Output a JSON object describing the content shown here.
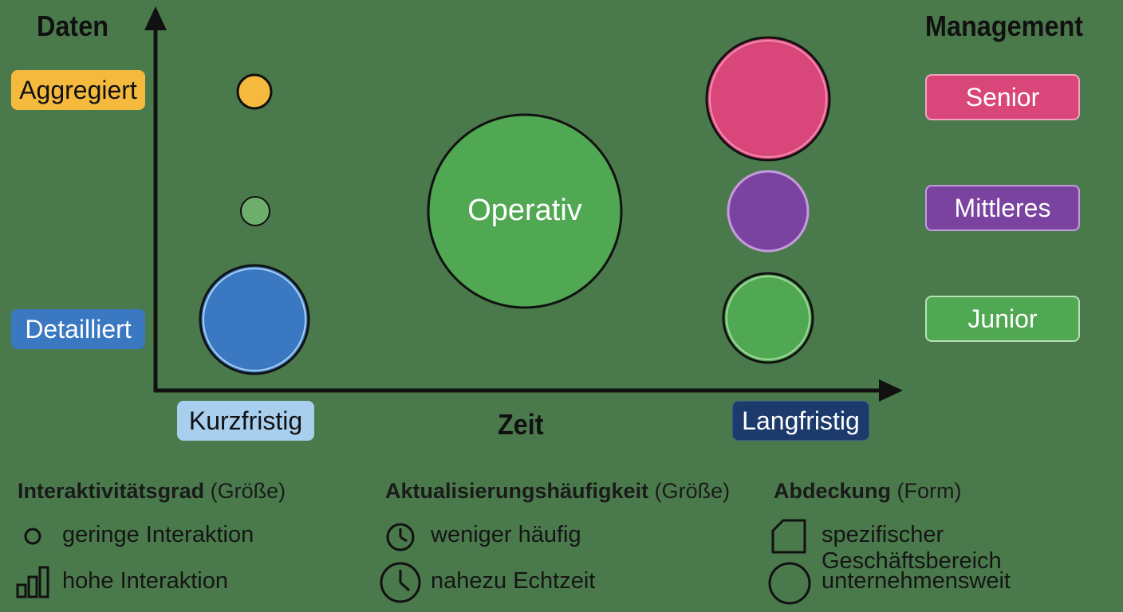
{
  "y_axis": {
    "title": "Daten",
    "top_label": "Aggregiert",
    "bottom_label": "Detailliert"
  },
  "x_axis": {
    "title": "Zeit",
    "left_label": "Kurzfristig",
    "right_label": "Langfristig"
  },
  "management": {
    "title": "Management",
    "levels": [
      "Senior",
      "Mittleres",
      "Junior"
    ]
  },
  "center_bubble": {
    "label": "Operativ"
  },
  "colors": {
    "background": "#4a7a4c",
    "aggregiert": "#f5b93e",
    "detailliert": "#3a78c2",
    "kurzfristig": "#a9cfee",
    "langfristig": "#1c3a6b",
    "senior": "#d94679",
    "mittleres": "#7a43a0",
    "junior": "#51a852",
    "operativ": "#51a852"
  },
  "legend": {
    "interaktivitaet": {
      "title_bold": "Interaktivitätsgrad",
      "title_rest": "(Größe)",
      "items": [
        "geringe Interaktion",
        "hohe Interaktion"
      ]
    },
    "aktualisierung": {
      "title_bold": "Aktualisierungshäufigkeit",
      "title_rest": "(Größe)",
      "items": [
        "weniger häufig",
        "nahezu Echtzeit"
      ]
    },
    "abdeckung": {
      "title_bold": "Abdeckung",
      "title_rest": "(Form)",
      "items": [
        "spezifischer Geschäftsbereich",
        "unternehmensweit"
      ]
    }
  }
}
